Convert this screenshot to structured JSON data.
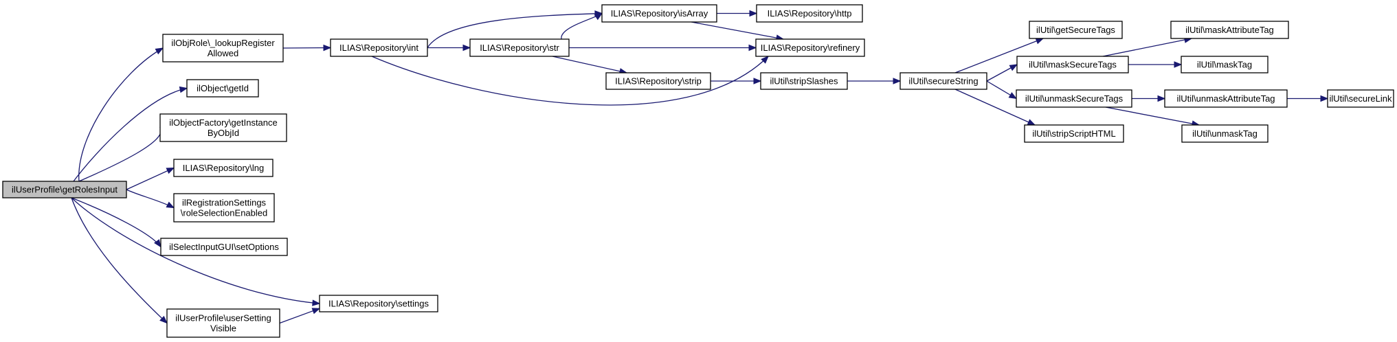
{
  "colors": {
    "edge": "#191970",
    "root_fill": "#bfbfbf",
    "node_fill": "#ffffff",
    "node_stroke": "#000000"
  },
  "nodes": {
    "getRolesInput": {
      "lines": [
        "ilUserProfile\\getRolesInput"
      ]
    },
    "lookupRegisterAllowed": {
      "lines": [
        "ilObjRole\\_lookupRegister",
        "Allowed"
      ]
    },
    "getId": {
      "lines": [
        "ilObject\\getId"
      ]
    },
    "getInstanceByObjId": {
      "lines": [
        "ilObjectFactory\\getInstance",
        "ByObjId"
      ]
    },
    "lng": {
      "lines": [
        "ILIAS\\Repository\\lng"
      ]
    },
    "roleSelectionEnabled": {
      "lines": [
        "ilRegistrationSettings",
        "\\roleSelectionEnabled"
      ]
    },
    "setOptions": {
      "lines": [
        "ilSelectInputGUI\\setOptions"
      ]
    },
    "userSettingVisible": {
      "lines": [
        "ilUserProfile\\userSetting",
        "Visible"
      ]
    },
    "settings": {
      "lines": [
        "ILIAS\\Repository\\settings"
      ]
    },
    "int": {
      "lines": [
        "ILIAS\\Repository\\int"
      ]
    },
    "str": {
      "lines": [
        "ILIAS\\Repository\\str"
      ]
    },
    "isArray": {
      "lines": [
        "ILIAS\\Repository\\isArray"
      ]
    },
    "http": {
      "lines": [
        "ILIAS\\Repository\\http"
      ]
    },
    "refinery": {
      "lines": [
        "ILIAS\\Repository\\refinery"
      ]
    },
    "strip": {
      "lines": [
        "ILIAS\\Repository\\strip"
      ]
    },
    "stripSlashes": {
      "lines": [
        "ilUtil\\stripSlashes"
      ]
    },
    "secureString": {
      "lines": [
        "ilUtil\\secureString"
      ]
    },
    "getSecureTags": {
      "lines": [
        "ilUtil\\getSecureTags"
      ]
    },
    "maskSecureTags": {
      "lines": [
        "ilUtil\\maskSecureTags"
      ]
    },
    "unmaskSecureTags": {
      "lines": [
        "ilUtil\\unmaskSecureTags"
      ]
    },
    "stripScriptHTML": {
      "lines": [
        "ilUtil\\stripScriptHTML"
      ]
    },
    "maskAttributeTag": {
      "lines": [
        "ilUtil\\maskAttributeTag"
      ]
    },
    "maskTag": {
      "lines": [
        "ilUtil\\maskTag"
      ]
    },
    "unmaskAttributeTag": {
      "lines": [
        "ilUtil\\unmaskAttributeTag"
      ]
    },
    "unmaskTag": {
      "lines": [
        "ilUtil\\unmaskTag"
      ]
    },
    "secureLink": {
      "lines": [
        "ilUtil\\secureLink"
      ]
    }
  },
  "edges": [
    [
      "getRolesInput",
      "lookupRegisterAllowed"
    ],
    [
      "getRolesInput",
      "getId"
    ],
    [
      "getRolesInput",
      "getInstanceByObjId"
    ],
    [
      "getRolesInput",
      "lng"
    ],
    [
      "getRolesInput",
      "roleSelectionEnabled"
    ],
    [
      "getRolesInput",
      "setOptions"
    ],
    [
      "getRolesInput",
      "settings"
    ],
    [
      "getRolesInput",
      "userSettingVisible"
    ],
    [
      "userSettingVisible",
      "settings"
    ],
    [
      "lookupRegisterAllowed",
      "int"
    ],
    [
      "int",
      "isArray"
    ],
    [
      "int",
      "str"
    ],
    [
      "int",
      "refinery"
    ],
    [
      "str",
      "isArray"
    ],
    [
      "str",
      "refinery"
    ],
    [
      "str",
      "strip"
    ],
    [
      "isArray",
      "http"
    ],
    [
      "isArray",
      "refinery"
    ],
    [
      "strip",
      "stripSlashes"
    ],
    [
      "stripSlashes",
      "secureString"
    ],
    [
      "secureString",
      "getSecureTags"
    ],
    [
      "secureString",
      "maskSecureTags"
    ],
    [
      "secureString",
      "unmaskSecureTags"
    ],
    [
      "secureString",
      "stripScriptHTML"
    ],
    [
      "maskSecureTags",
      "maskAttributeTag"
    ],
    [
      "maskSecureTags",
      "maskTag"
    ],
    [
      "unmaskSecureTags",
      "unmaskAttributeTag"
    ],
    [
      "unmaskSecureTags",
      "unmaskTag"
    ],
    [
      "unmaskAttributeTag",
      "secureLink"
    ]
  ]
}
